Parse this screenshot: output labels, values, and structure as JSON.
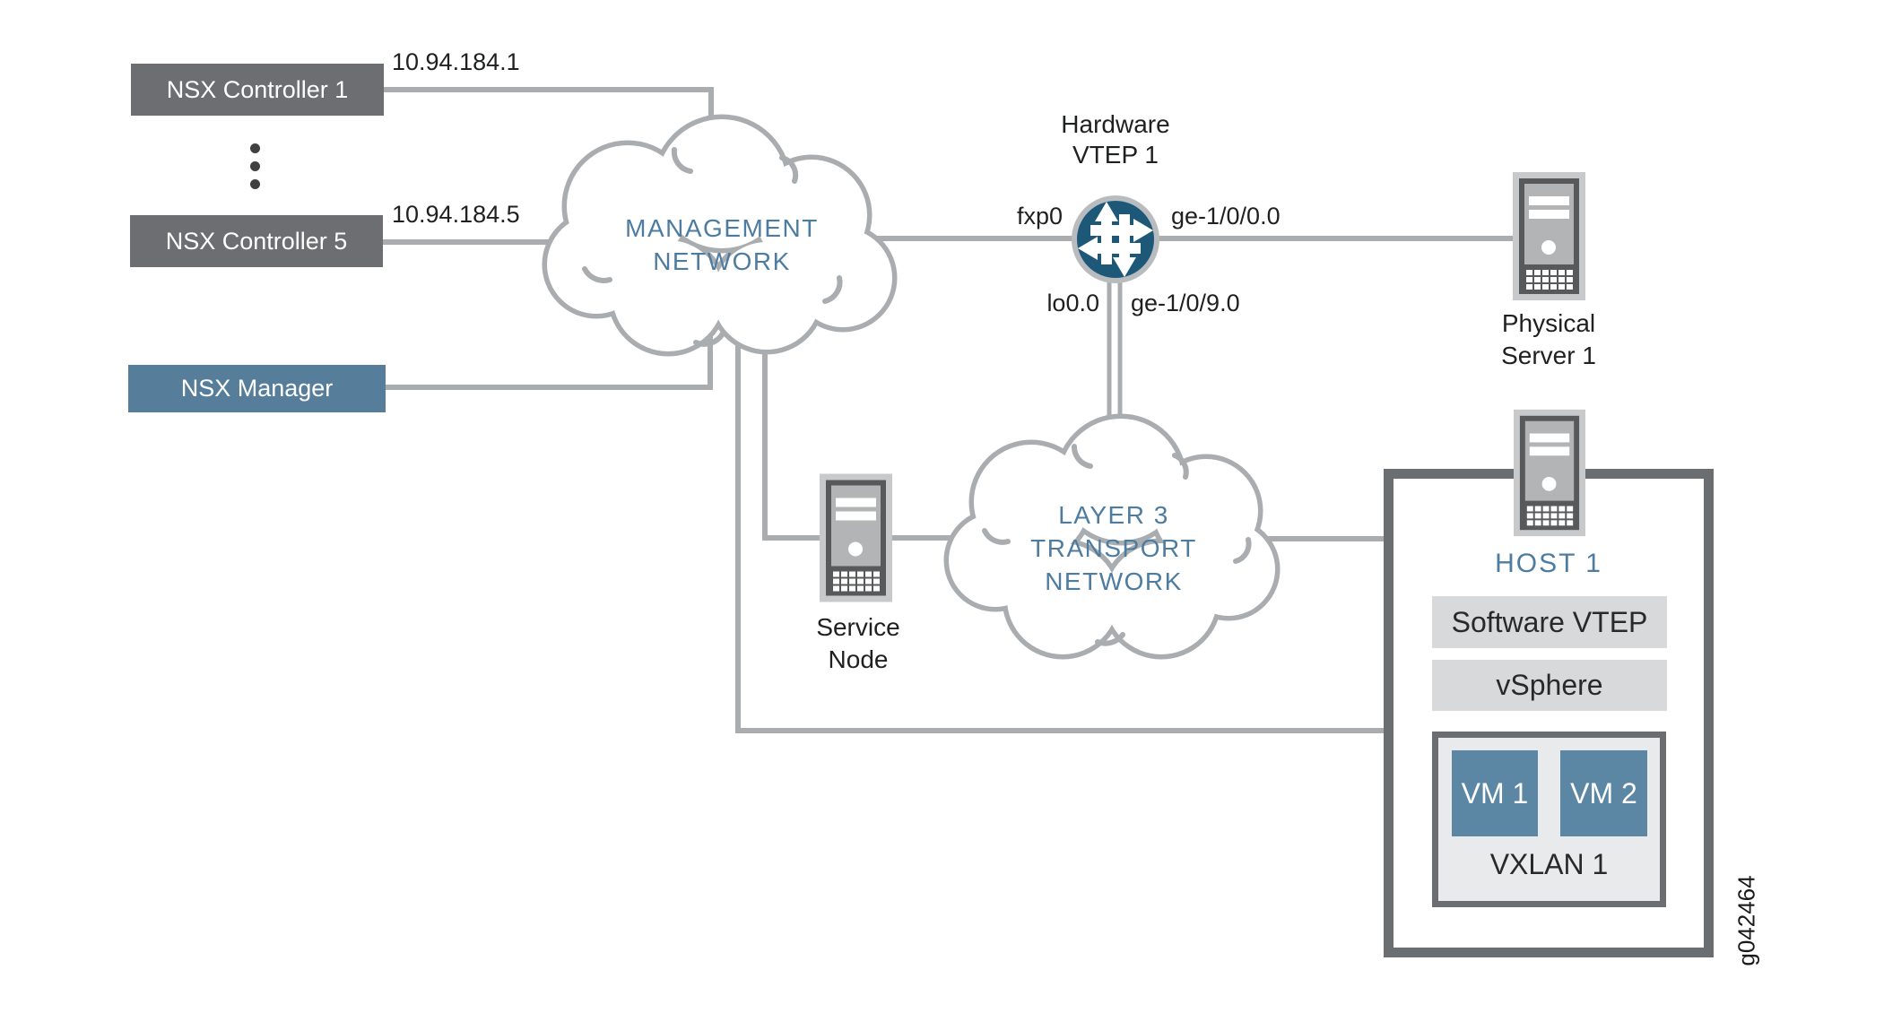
{
  "nodes": {
    "controller1": {
      "label": "NSX Controller 1",
      "ip": "10.94.184.1"
    },
    "controller5": {
      "label": "NSX Controller 5",
      "ip": "10.94.184.5"
    },
    "manager": {
      "label": "NSX Manager"
    }
  },
  "clouds": {
    "management": {
      "line1": "MANAGEMENT",
      "line2": "NETWORK"
    },
    "transport": {
      "line1": "LAYER 3",
      "line2": "TRANSPORT",
      "line3": "NETWORK"
    }
  },
  "router": {
    "name_line1": "Hardware",
    "name_line2": "VTEP 1",
    "interfaces": {
      "fxp0": "fxp0",
      "ge0": "ge-1/0/0.0",
      "lo0": "lo0.0",
      "ge9": "ge-1/0/9.0"
    }
  },
  "physical_server": {
    "name_line1": "Physical",
    "name_line2": "Server 1"
  },
  "service_node": {
    "name_line1": "Service",
    "name_line2": "Node"
  },
  "host": {
    "title": "HOST 1",
    "layers": {
      "software_vtep": "Software VTEP",
      "vsphere": "vSphere"
    },
    "vxlan": {
      "label": "VXLAN 1",
      "vm1": "VM 1",
      "vm2": "VM 2"
    }
  },
  "figure_id": "g042464",
  "colors": {
    "node_gray": "#6d6e71",
    "steel_blue": "#567e9b",
    "vm_blue": "#5b87a4",
    "label_blue": "#4d7ca0",
    "line_gray": "#a9adb0",
    "border_gray": "#6b6e70",
    "bar_gray": "#d8d9da",
    "vxlan_bg": "#e9eaeb",
    "router_blue": "#1e5878"
  }
}
